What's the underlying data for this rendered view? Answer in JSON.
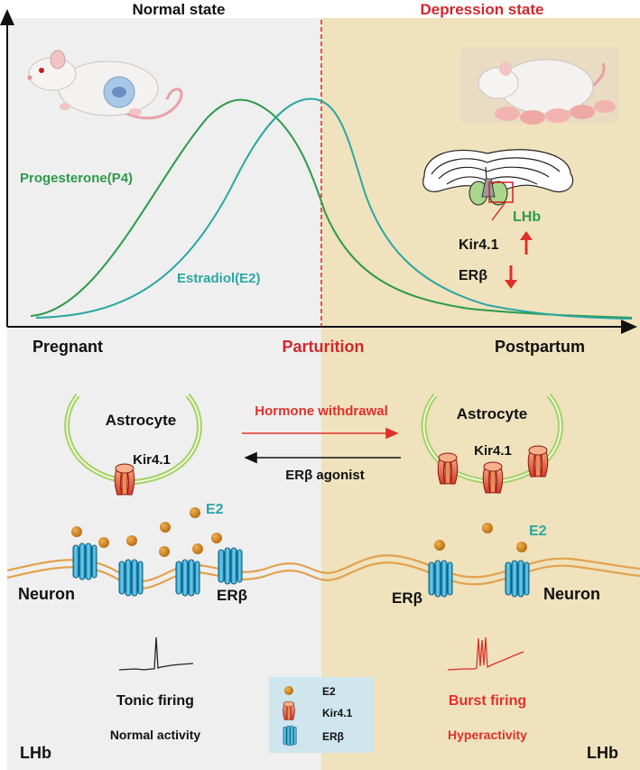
{
  "header": {
    "normal_title": "Normal state",
    "depression_title": "Depression state"
  },
  "timeline": {
    "pregnant": "Pregnant",
    "parturition": "Parturition",
    "postpartum": "Postpartum"
  },
  "hormones": {
    "progesterone": "Progesterone(P4)",
    "estradiol": "Estradiol(E2)"
  },
  "brain_inset": {
    "region": "LHb",
    "kir": "Kir4.1",
    "er": "ERβ",
    "kir_change": "up",
    "er_change": "down"
  },
  "mechanism": {
    "astrocyte_left": "Astrocyte",
    "astrocyte_right": "Astrocyte",
    "kir_left": "Kir4.1",
    "kir_right": "Kir4.1",
    "withdrawal": "Hormone withdrawal",
    "agonist": "ERβ agonist",
    "e2_left": "E2",
    "e2_right": "E2",
    "neuron_left": "Neuron",
    "neuron_right": "Neuron",
    "erb_left": "ERβ",
    "erb_right": "ERβ"
  },
  "firing": {
    "tonic": "Tonic firing",
    "normal": "Normal activity",
    "burst": "Burst firing",
    "hyper": "Hyperactivity"
  },
  "legend": {
    "e2": "E2",
    "kir": "Kir4.1",
    "erb": "ERβ"
  },
  "corners": {
    "lhb_left": "LHb",
    "lhb_right": "LHb"
  },
  "colors": {
    "green": "#2e9a4a",
    "teal": "#2aa7a2",
    "red": "#e0302a",
    "panel_left": "#efefef",
    "panel_right": "#efe2bd",
    "membrane": "#e2a24e",
    "channel": "#3db4dc",
    "kir": "#e0553a",
    "e2_dot": "#d48a1c"
  }
}
